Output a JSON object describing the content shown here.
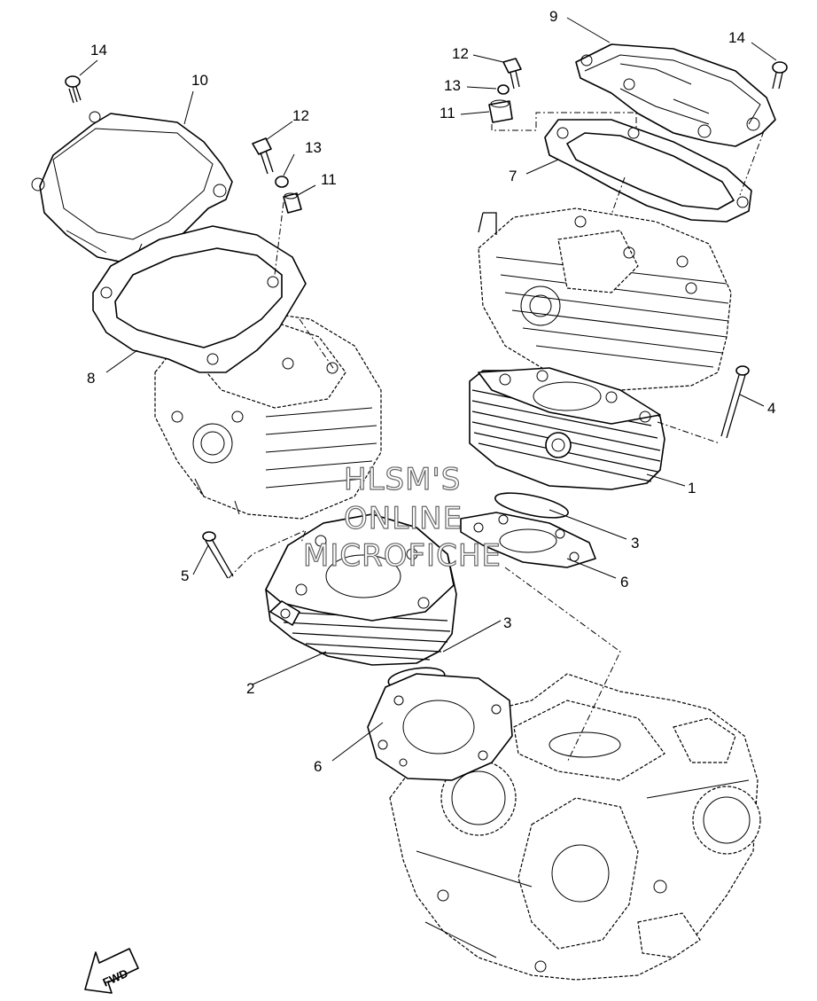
{
  "callouts": [
    {
      "id": "c1",
      "label": "1"
    },
    {
      "id": "c2",
      "label": "2"
    },
    {
      "id": "c3a",
      "label": "3"
    },
    {
      "id": "c3b",
      "label": "3"
    },
    {
      "id": "c4",
      "label": "4"
    },
    {
      "id": "c5",
      "label": "5"
    },
    {
      "id": "c6a",
      "label": "6"
    },
    {
      "id": "c6b",
      "label": "6"
    },
    {
      "id": "c7",
      "label": "7"
    },
    {
      "id": "c8",
      "label": "8"
    },
    {
      "id": "c9",
      "label": "9"
    },
    {
      "id": "c10",
      "label": "10"
    },
    {
      "id": "c11a",
      "label": "11"
    },
    {
      "id": "c11b",
      "label": "11"
    },
    {
      "id": "c12a",
      "label": "12"
    },
    {
      "id": "c12b",
      "label": "12"
    },
    {
      "id": "c13a",
      "label": "13"
    },
    {
      "id": "c13b",
      "label": "13"
    },
    {
      "id": "c14a",
      "label": "14"
    },
    {
      "id": "c14b",
      "label": "14"
    }
  ],
  "watermark": {
    "line1": "HLSM'S",
    "line2": "ONLINE",
    "line3": "MICROFICHE"
  },
  "fwd_label": "FWD"
}
